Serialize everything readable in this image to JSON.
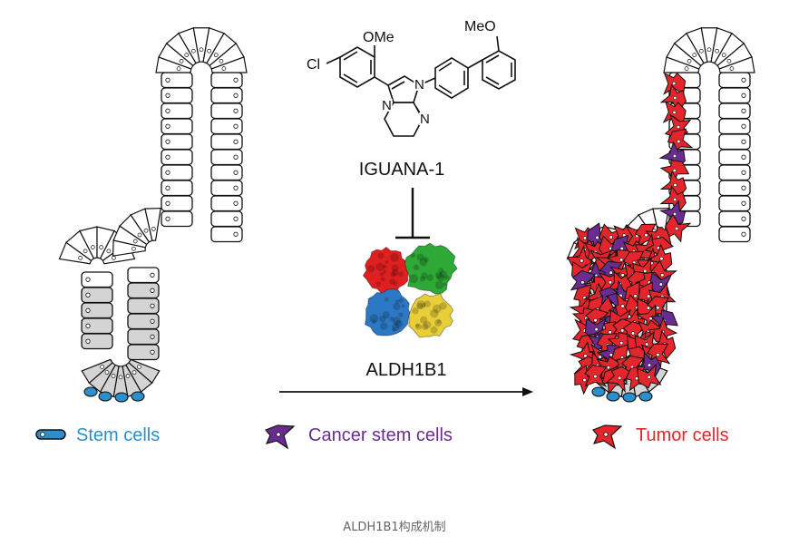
{
  "compound": {
    "name": "IGUANA-1",
    "substituent_cl": "Cl",
    "substituent_ome_1": "OMe",
    "substituent_ome_2": "MeO",
    "atom_n1": "N",
    "atom_n2": "N",
    "atom_n3": "N"
  },
  "protein": {
    "name": "ALDH1B1"
  },
  "legend": {
    "stem": {
      "label": "Stem cells",
      "color": "#2b8fc9"
    },
    "cancer_stem": {
      "label": "Cancer stem cells",
      "color": "#6a2c91"
    },
    "tumor": {
      "label": "Tumor cells",
      "color": "#e4262c"
    }
  },
  "caption": "ALDH1B1构成机制",
  "colors": {
    "cell_white": "#ffffff",
    "cell_grey": "#d4d4d4",
    "protein_red": "#e02020",
    "protein_green": "#2ea836",
    "protein_blue": "#2c78c4",
    "protein_yellow": "#e8cf3a"
  }
}
